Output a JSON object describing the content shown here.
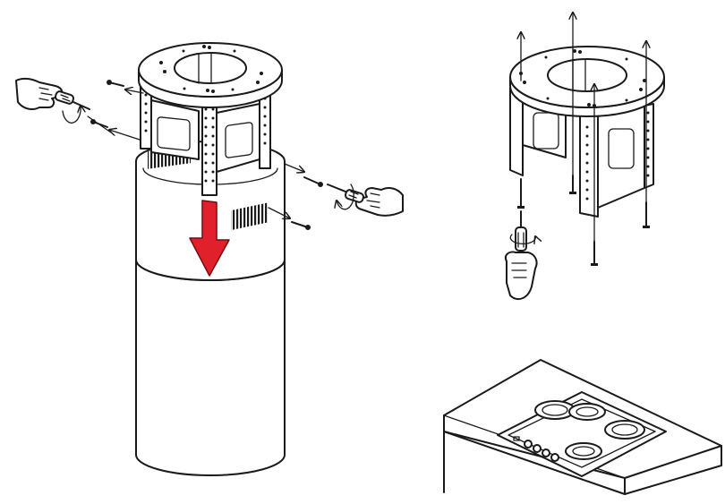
{
  "figure": {
    "panels": [
      "step-remove-lower-chimney",
      "step-fix-bracket-to-ceiling",
      "cooktop-reference"
    ],
    "colors": {
      "line": "#1a1a1a",
      "arrow": "#e0202b",
      "arrow_edge": "#7a0a0f",
      "background": "#ffffff"
    },
    "icons": [
      "hand-with-screwdriver-icon",
      "rotate-arrow-icon",
      "screw-icon",
      "down-arrow-icon",
      "up-arrow-icon"
    ]
  }
}
